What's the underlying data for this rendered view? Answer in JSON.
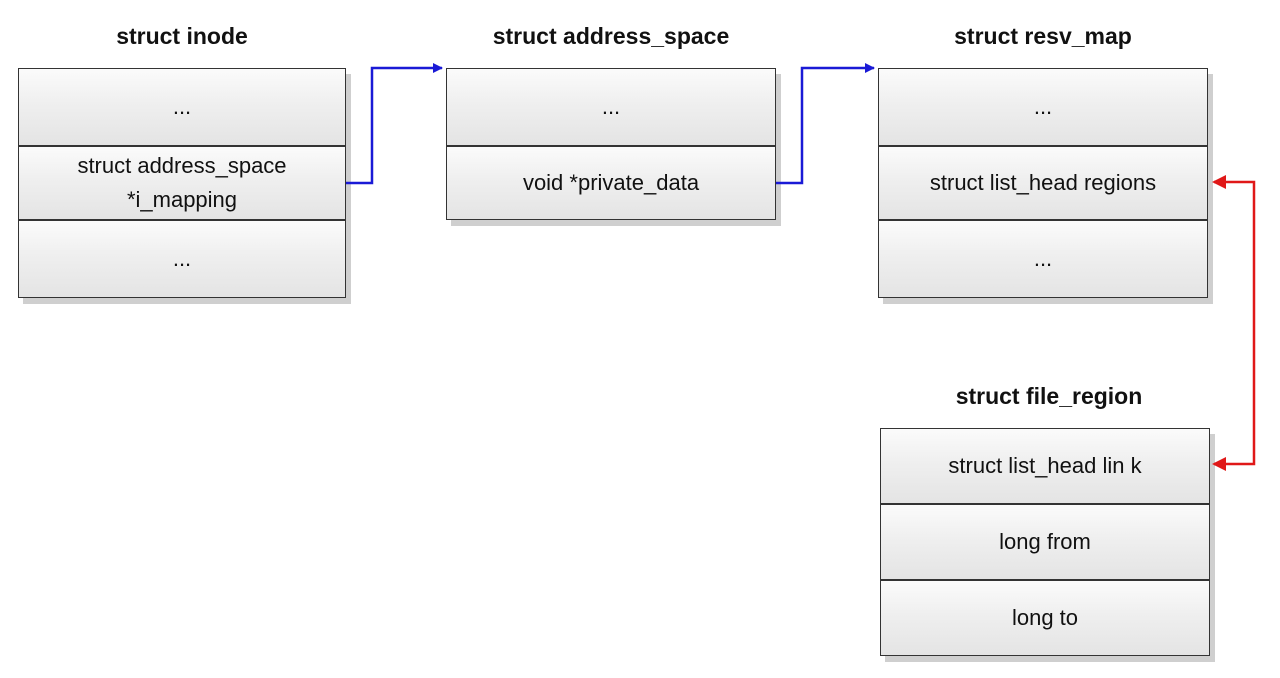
{
  "structs": {
    "inode": {
      "title": "struct inode",
      "fields": [
        "...",
        "struct address_space\n*i_mapping",
        "..."
      ]
    },
    "address_space": {
      "title": "struct address_space",
      "fields": [
        "...",
        "void *private_data"
      ]
    },
    "resv_map": {
      "title": "struct resv_map",
      "fields": [
        "...",
        "struct list_head regions",
        "..."
      ]
    },
    "file_region": {
      "title": "struct file_region",
      "fields": [
        "struct list_head lin k",
        "long from",
        "long to"
      ]
    }
  },
  "colors": {
    "pointer_arrow": "#1a1ad6",
    "list_link_arrow": "#e01818"
  }
}
